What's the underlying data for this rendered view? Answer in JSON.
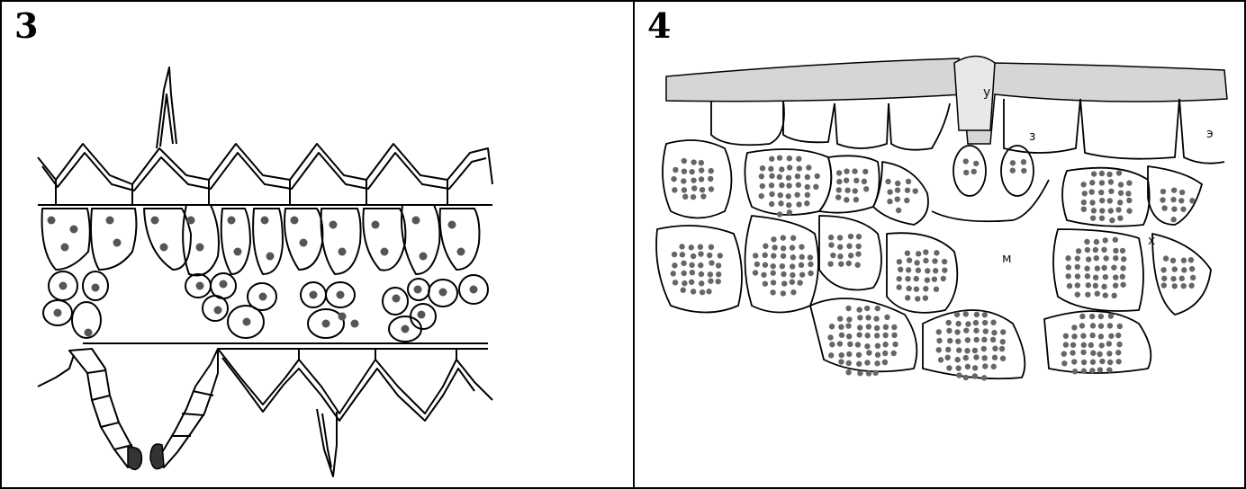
{
  "panels": [
    {
      "number": "3"
    },
    {
      "number": "4",
      "labels": {
        "u": "у",
        "z": "з",
        "e": "э",
        "m": "м",
        "kh": "х"
      }
    }
  ],
  "colors": {
    "ink": "#000000",
    "nucleus": "#555555",
    "stipple": "#cfcfcf",
    "guard": "#333333"
  }
}
